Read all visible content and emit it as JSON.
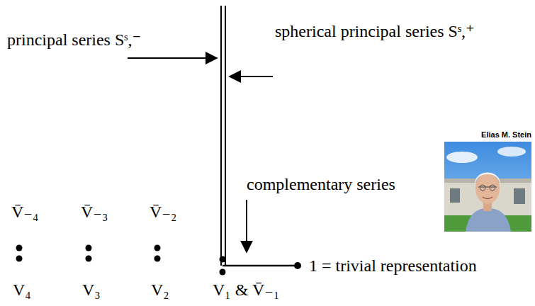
{
  "diagram": {
    "labels": [
      "principal series Sˢ,⁻",
      "spherical principal series Sˢ,⁺",
      "complementary series",
      "1 = trivial representation",
      "V̄₋₄",
      "V̄₋₃",
      "V̄₋₂",
      "V₄",
      "V₃",
      "V₂",
      "V₁ & V̄₋₁",
      "Elias M. Stein"
    ]
  }
}
